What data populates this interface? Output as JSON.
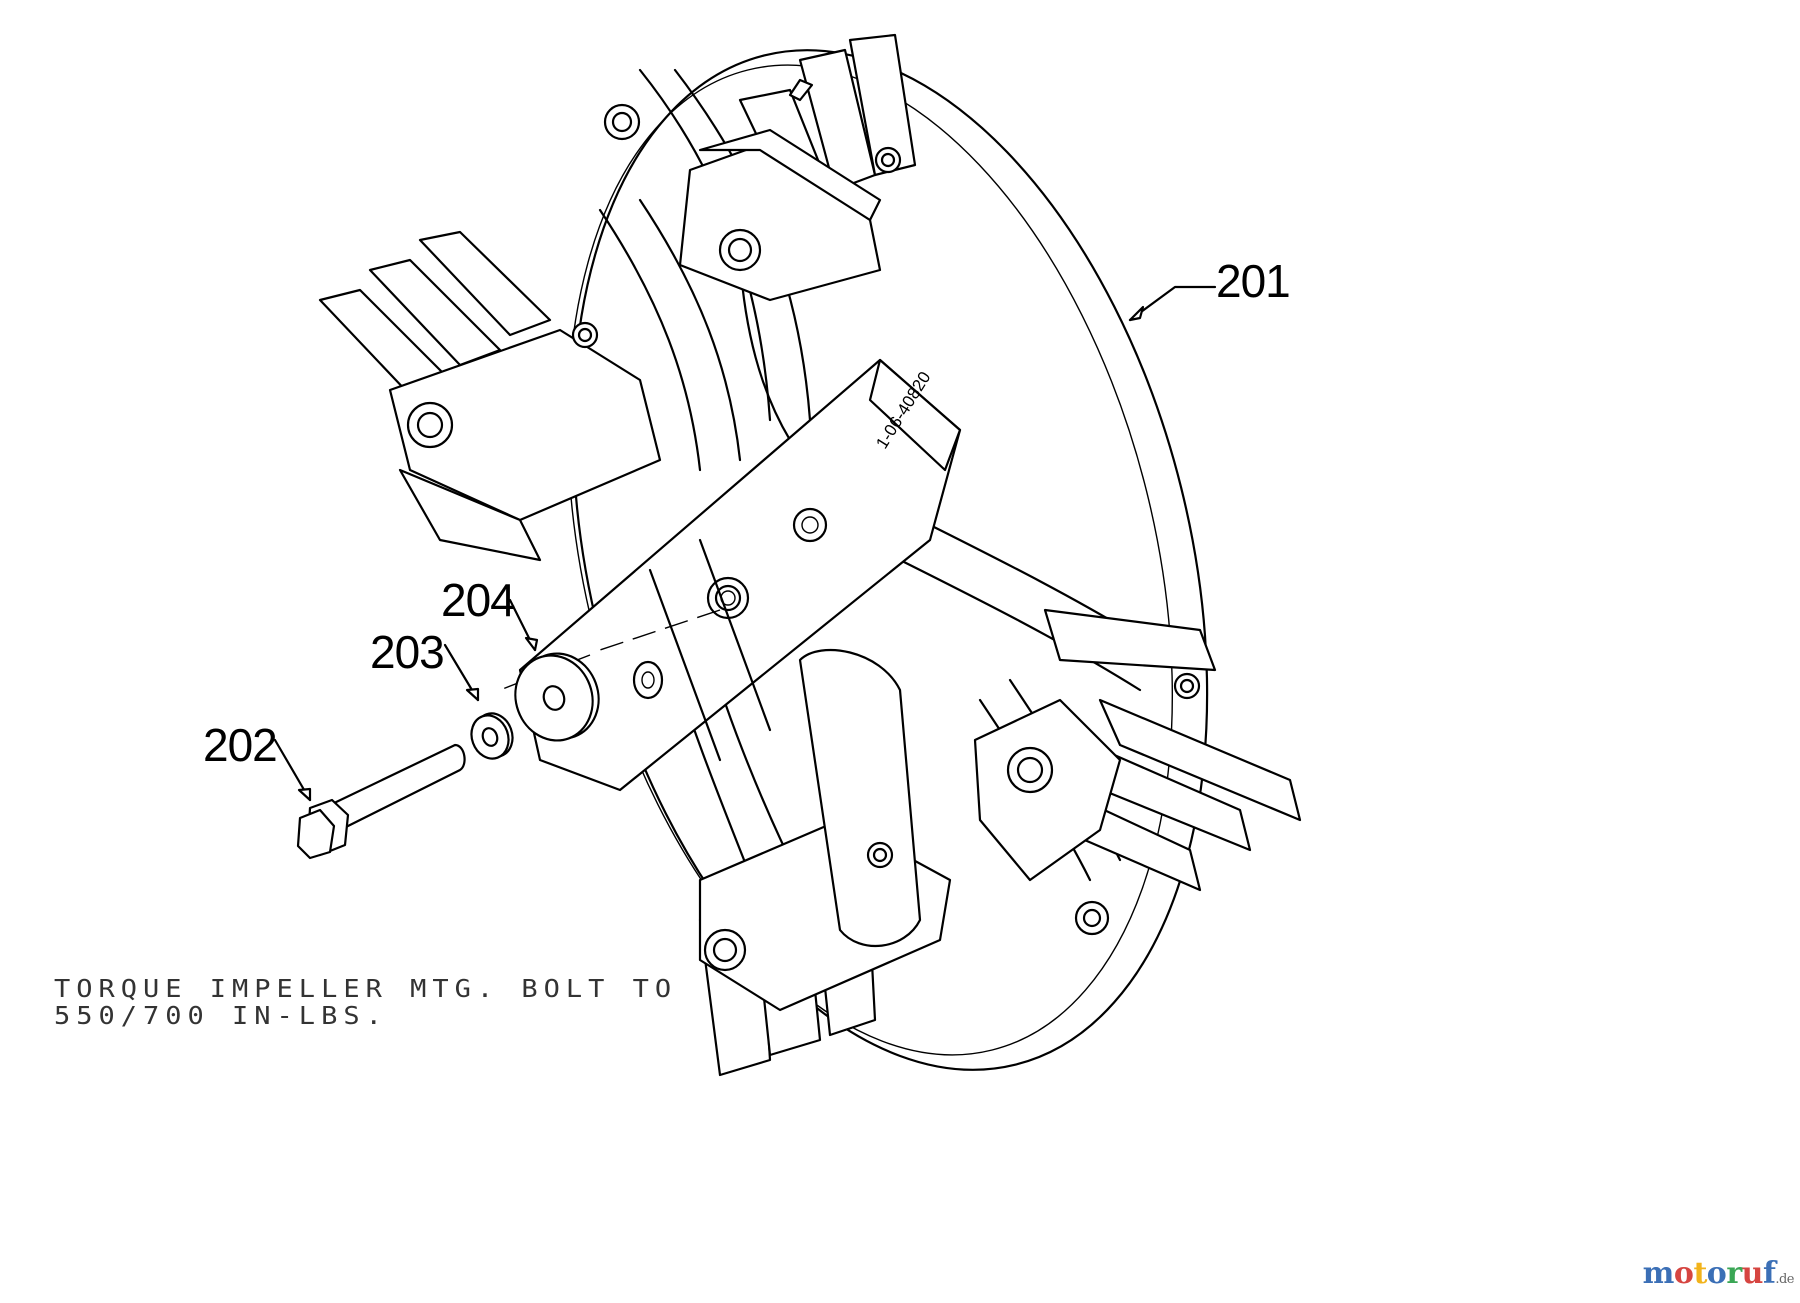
{
  "callouts": [
    {
      "id": "201",
      "label": "201"
    },
    {
      "id": "202",
      "label": "202"
    },
    {
      "id": "203",
      "label": "203"
    },
    {
      "id": "204",
      "label": "204"
    }
  ],
  "note": {
    "line1": "TORQUE IMPELLER MTG. BOLT TO",
    "line2": "550/700 IN-LBS."
  },
  "part_stamp": "1-06-40820",
  "watermark": {
    "letters": [
      "m",
      "o",
      "t",
      "o",
      "r",
      "u",
      "f"
    ],
    "letter_colors": [
      "#3b6fb6",
      "#d64541",
      "#f2b31b",
      "#3b6fb6",
      "#3aa655",
      "#d64541",
      "#3b6fb6"
    ],
    "tld": ".de"
  }
}
